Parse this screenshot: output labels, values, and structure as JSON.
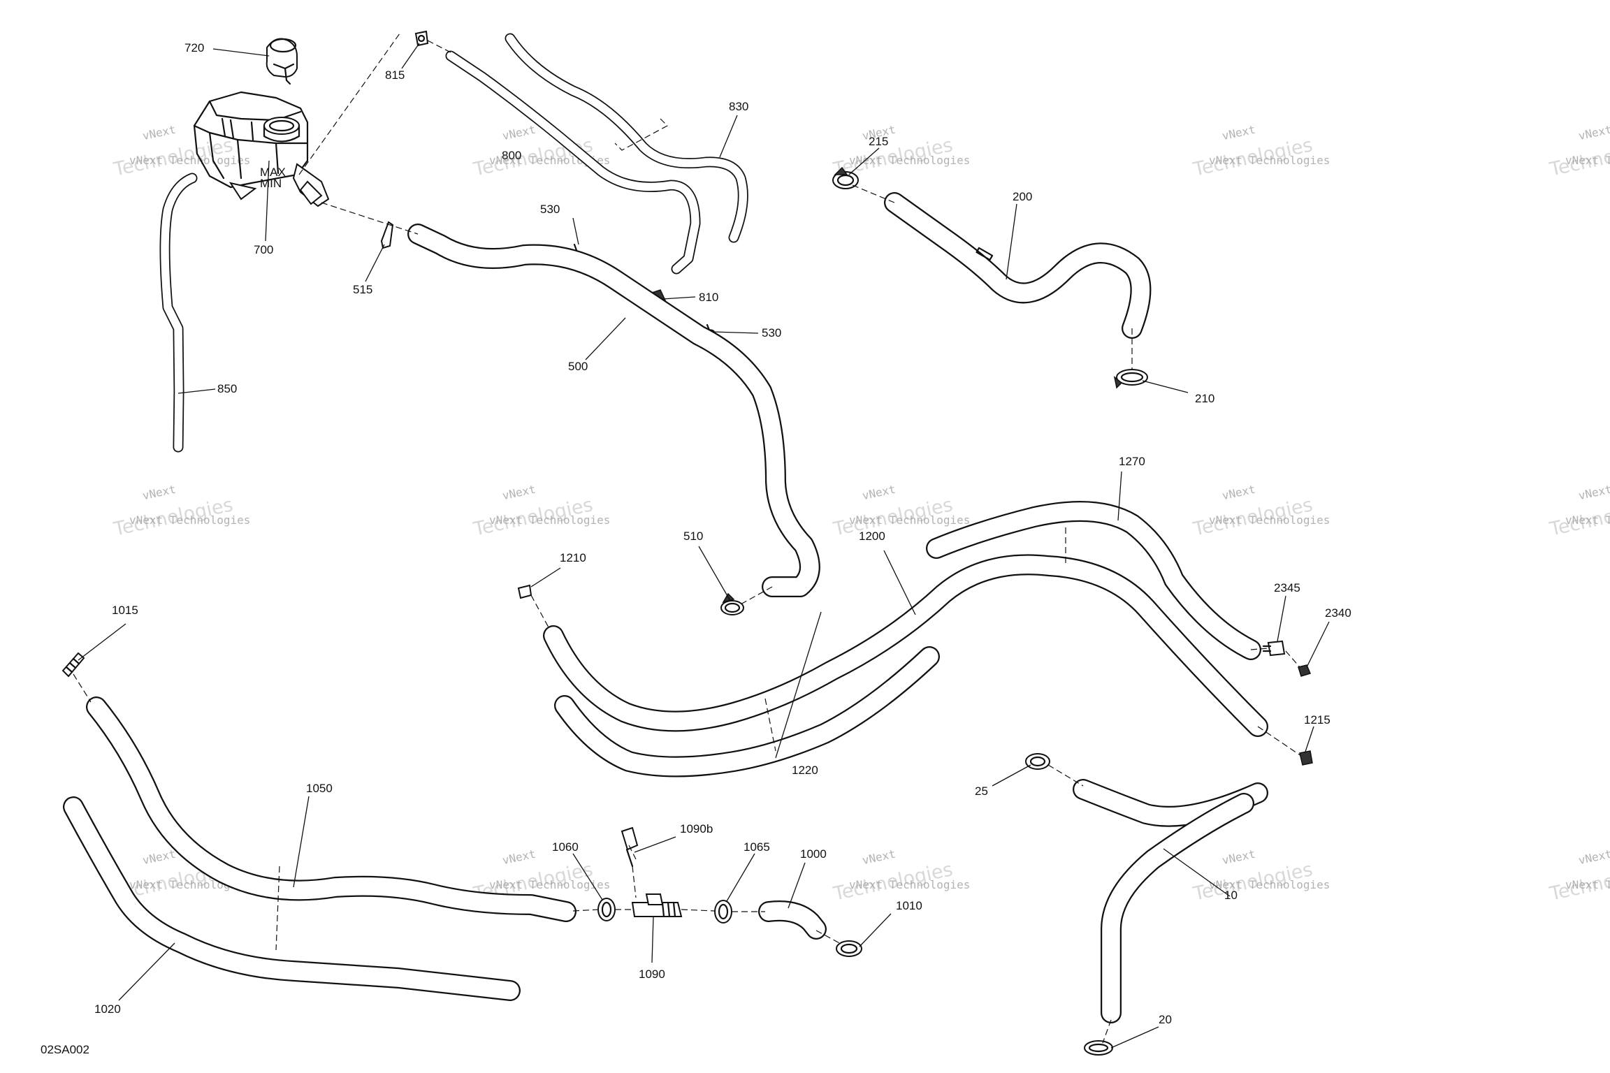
{
  "callouts": [
    {
      "id": "c720",
      "text": "720"
    },
    {
      "id": "c815",
      "text": "815"
    },
    {
      "id": "c830",
      "text": "830"
    },
    {
      "id": "c800",
      "text": "800"
    },
    {
      "id": "c700",
      "text": "700"
    },
    {
      "id": "c530a",
      "text": "530"
    },
    {
      "id": "c515",
      "text": "515"
    },
    {
      "id": "c810",
      "text": "810"
    },
    {
      "id": "c530b",
      "text": "530"
    },
    {
      "id": "c500",
      "text": "500"
    },
    {
      "id": "c850",
      "text": "850"
    },
    {
      "id": "c215",
      "text": "215"
    },
    {
      "id": "c200",
      "text": "200"
    },
    {
      "id": "c210",
      "text": "210"
    },
    {
      "id": "c1270",
      "text": "1270"
    },
    {
      "id": "c1200",
      "text": "1200"
    },
    {
      "id": "c510",
      "text": "510"
    },
    {
      "id": "c1210",
      "text": "1210"
    },
    {
      "id": "c2345",
      "text": "2345"
    },
    {
      "id": "c2340",
      "text": "2340"
    },
    {
      "id": "c1015",
      "text": "1015"
    },
    {
      "id": "c1215",
      "text": "1215"
    },
    {
      "id": "c1220",
      "text": "1220"
    },
    {
      "id": "c25",
      "text": "25"
    },
    {
      "id": "c1050",
      "text": "1050"
    },
    {
      "id": "c1090b",
      "text": "1090b"
    },
    {
      "id": "c1060",
      "text": "1060"
    },
    {
      "id": "c1065",
      "text": "1065"
    },
    {
      "id": "c1000",
      "text": "1000"
    },
    {
      "id": "c1010",
      "text": "1010"
    },
    {
      "id": "c10",
      "text": "10"
    },
    {
      "id": "c1090",
      "text": "1090"
    },
    {
      "id": "c1020",
      "text": "1020"
    },
    {
      "id": "c20",
      "text": "20"
    }
  ],
  "figure_ref": "02SA002",
  "watermark": {
    "line1": "vNext",
    "line2": "vNext Technologies",
    "line3": "Technologies"
  },
  "reservoir_label": {
    "max": "MAX",
    "min": "MIN"
  }
}
